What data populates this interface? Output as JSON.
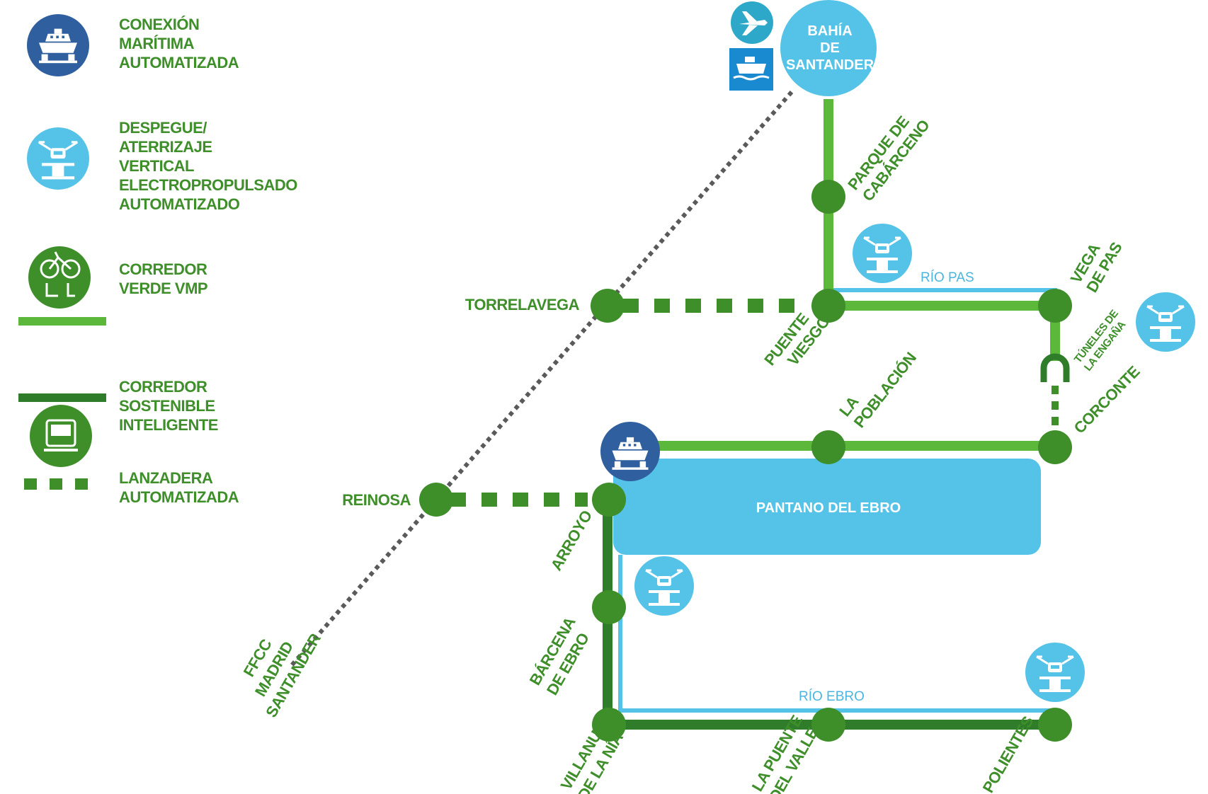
{
  "legend": {
    "maritime": [
      "CONEXIÓN",
      "MARÍTIMA",
      "AUTOMATIZADA"
    ],
    "vtol": [
      "DESPEGUE/",
      "ATERRIZAJE",
      "VERTICAL",
      "ELECTROPROPULSADO",
      "AUTOMATIZADO"
    ],
    "green_corridor": [
      "CORREDOR",
      "VERDE VMP"
    ],
    "sustainable_corridor": [
      "CORREDOR",
      "SOSTENIBLE",
      "INTELIGENTE"
    ],
    "shuttle": [
      "LANZADERA",
      "AUTOMATIZADA"
    ]
  },
  "stations": {
    "bahia": [
      "BAHÍA",
      "DE",
      "SANTANDER"
    ],
    "cabarceno": [
      "PARQUE DE",
      "CABÁRCENO"
    ],
    "torrelavega": "TORRELAVEGA",
    "puente_viesgo": [
      "PUENTE",
      "VIESGO"
    ],
    "vega_de_pas": [
      "VEGA",
      "DE PAS"
    ],
    "tuneles": [
      "TÚNELES DE",
      "LA ENGAÑA"
    ],
    "corconte": "CORCONTE",
    "la_poblacion": [
      "LA",
      "POBLACIÓN"
    ],
    "reinosa": "REINOSA",
    "arroyo": "ARROYO",
    "barcena": [
      "BÁRCENA",
      "DE EBRO"
    ],
    "villanueva": [
      "VILLANUEVA",
      "DE LA NÍA"
    ],
    "la_puente": [
      "LA PUENTE",
      "DEL VALLE"
    ],
    "polientes": "POLIENTES",
    "ffcc": [
      "FFCC",
      "MADRID",
      "SANTANDER"
    ]
  },
  "water": {
    "pantano": "PANTANO DEL EBRO",
    "rio_pas": "RÍO PAS",
    "rio_ebro": "RÍO EBRO"
  },
  "colors": {
    "light_green": "#5cb83a",
    "dark_green": "#2f7d2a",
    "station": "#3e8e2a",
    "water": "#55c3e8",
    "navy": "#2f5f9e",
    "rail": "#5a5a5a"
  },
  "icons": {
    "airport": "airplane-icon",
    "port": "ferry-icon",
    "maritime": "ship-icon",
    "vtol": "drone-icon",
    "bike": "bicycle-icon",
    "bus": "bus-icon",
    "tunnel": "tunnel-icon"
  }
}
